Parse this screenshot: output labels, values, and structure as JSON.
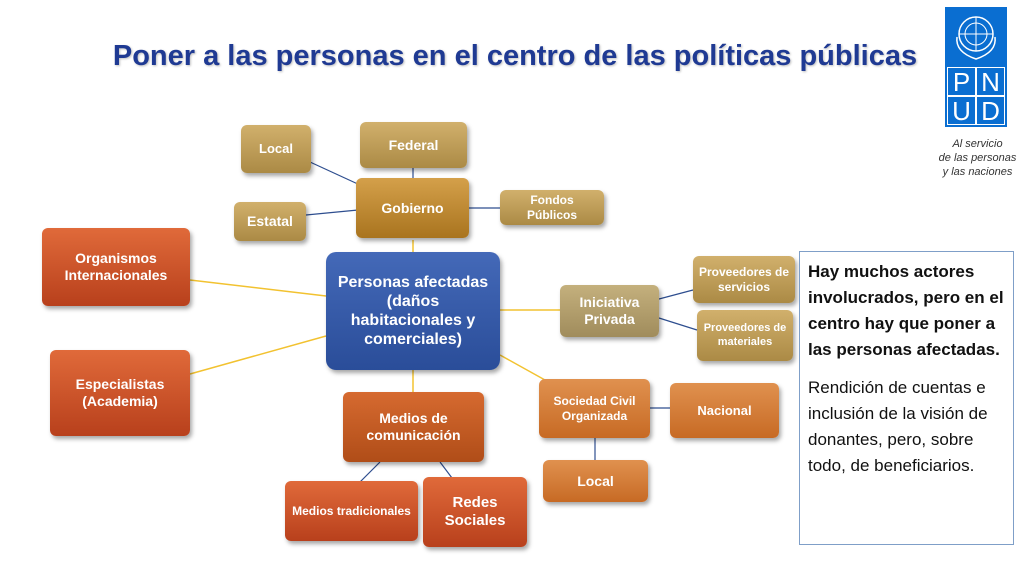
{
  "title": "Poner a las personas en el centro de las políticas públicas",
  "logo": {
    "letters": [
      "P",
      "N",
      "U",
      "D"
    ],
    "tagline": [
      "Al servicio",
      "de las personas",
      "y las naciones"
    ]
  },
  "nodes": {
    "center": "Personas afectadas (daños habitacionales y comerciales)",
    "gobierno": "Gobierno",
    "federal": "Federal",
    "local_gob": "Local",
    "estatal": "Estatal",
    "fondos": "Fondos Públicos",
    "organismos": "Organismos Internacionales",
    "especialistas": "Especialistas (Academia)",
    "medios": "Medios de comunicación",
    "medios_trad": "Medios tradicionales",
    "redes": "Redes Sociales",
    "iniciativa": "Iniciativa Privada",
    "prov_servicios": "Proveedores de servicios",
    "prov_materiales": "Proveedores de materiales",
    "sociedad": "Sociedad Civil Organizada",
    "nacional": "Nacional",
    "local_soc": "Local"
  },
  "textbox": {
    "para1": "Hay muchos actores involucrados, pero en el centro hay que poner a las personas afectadas.",
    "para2": "Rendición de cuentas e inclusión de la visión de donantes, pero, sobre todo, de beneficiarios."
  },
  "colors": {
    "title": "#1f3a93",
    "center": "#2a4d99",
    "connector": "#f2c230",
    "connector_blue": "#2e4e8f",
    "logo": "#0a6ed1"
  }
}
